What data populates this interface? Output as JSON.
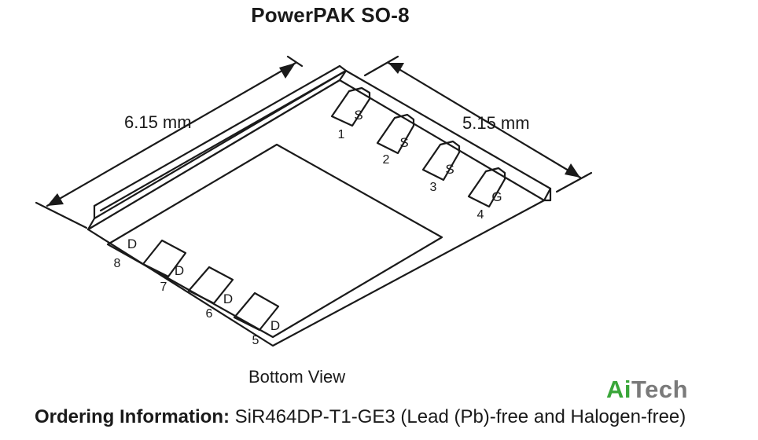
{
  "header": {
    "title": "PowerPAK SO-8"
  },
  "dimensions": {
    "length": "6.15 mm",
    "width": "5.15 mm"
  },
  "pins": [
    {
      "number": "1",
      "name": "S"
    },
    {
      "number": "2",
      "name": "S"
    },
    {
      "number": "3",
      "name": "S"
    },
    {
      "number": "4",
      "name": "G"
    },
    {
      "number": "5",
      "name": "D"
    },
    {
      "number": "6",
      "name": "D"
    },
    {
      "number": "7",
      "name": "D"
    },
    {
      "number": "8",
      "name": "D"
    }
  ],
  "caption": "Bottom View",
  "logo": {
    "part1": "Ai",
    "part2": "Tech"
  },
  "ordering": {
    "label": "Ordering Information:",
    "value": " SiR464DP-T1-GE3 (Lead (Pb)-free and Halogen-free)"
  },
  "colors": {
    "line": "#1a1a1a",
    "logo_green": "#3aa63a",
    "logo_gray": "#7a7a7a"
  }
}
